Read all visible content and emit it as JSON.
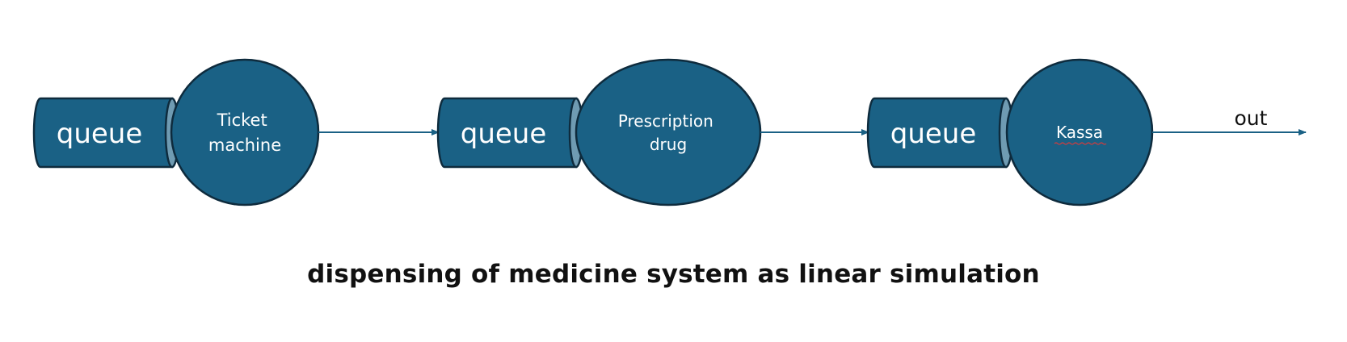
{
  "colors": {
    "node_fill": "#1a6185",
    "node_stroke": "#0e2b3d",
    "cylinder_end": "#6f9bb2",
    "arrow": "#1a6185",
    "text_on_node": "#ffffff",
    "out_text": "#111111",
    "spellcheck": "#d83b3b"
  },
  "stages": [
    {
      "queue_label": "queue",
      "server_lines": [
        "Ticket",
        "machine"
      ]
    },
    {
      "queue_label": "queue",
      "server_lines": [
        "Prescription",
        "drug"
      ]
    },
    {
      "queue_label": "queue",
      "server_lines": [
        "Kassa"
      ]
    }
  ],
  "out_label": "out",
  "caption": "dispensing of medicine system as linear simulation"
}
